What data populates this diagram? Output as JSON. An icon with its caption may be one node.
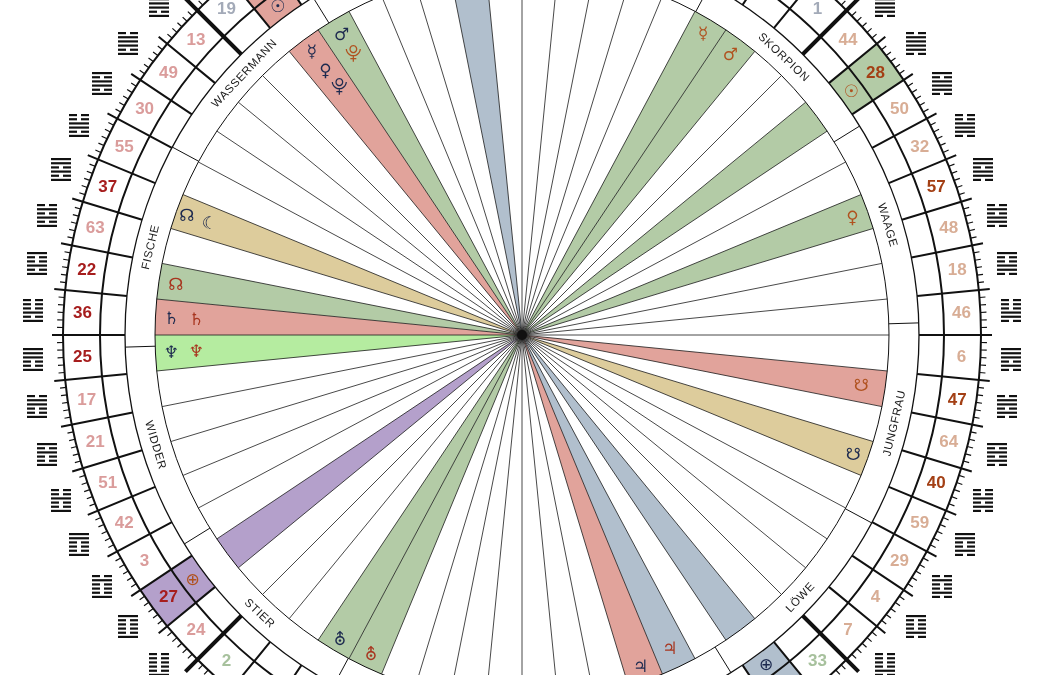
{
  "diagram": {
    "labels": [
      "19",
      "13",
      "49",
      "30",
      "55",
      "37",
      "63",
      "22",
      "36",
      "25",
      "17",
      "21",
      "51",
      "42",
      "3",
      "27",
      "24",
      "2",
      "33",
      "7",
      "4",
      "29",
      "59",
      "40",
      "64",
      "47",
      "6",
      "46",
      "18",
      "48",
      "57",
      "32",
      "50",
      "28",
      "44",
      "1",
      "WASSERMANN",
      "FISCHE",
      "WIDDER",
      "STIER",
      "LÖWE",
      "JUNGFRAU",
      "WAAGE",
      "SKORPION",
      "☉",
      "♂",
      "☿",
      "☿",
      "⯓",
      "♂",
      "♀",
      "⯓",
      "☉",
      "☊",
      "☾",
      "♀",
      "☊",
      "♄",
      "♄",
      "♆",
      "♆",
      "☋",
      "☋",
      "⊕",
      "⛢",
      "⛢",
      "♃",
      "♃",
      "⊕"
    ]
  }
}
